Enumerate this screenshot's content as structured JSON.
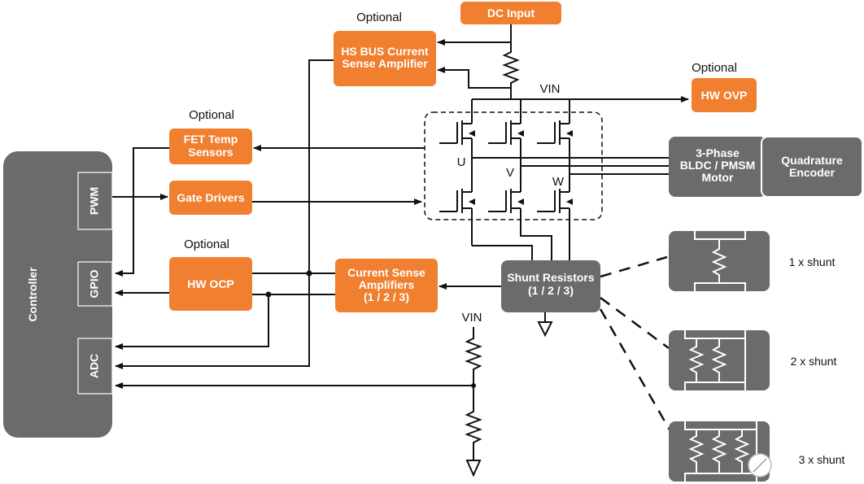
{
  "blocks": {
    "dc_input": "DC Input",
    "hs_bus_line1": "HS BUS Current",
    "hs_bus_line2": "Sense Amplifier",
    "hw_ovp": "HW OVP",
    "fet_temp_line1": "FET Temp",
    "fet_temp_line2": "Sensors",
    "gate_drivers": "Gate Drivers",
    "hw_ocp": "HW OCP",
    "csa_line1": "Current Sense",
    "csa_line2": "Amplifiers",
    "csa_line3": "(1 / 2 / 3)",
    "shunt_line1": "Shunt Resistors",
    "shunt_line2": "(1 / 2 / 3)",
    "motor_line1": "3-Phase",
    "motor_line2": "BLDC / PMSM",
    "motor_line3": "Motor",
    "encoder_line1": "Quadrature",
    "encoder_line2": "Encoder"
  },
  "controller": {
    "title": "Controller",
    "ports": [
      "PWM",
      "GPIO",
      "ADC"
    ]
  },
  "labels": {
    "optional_hs": "Optional",
    "optional_ovp": "Optional",
    "optional_fet": "Optional",
    "optional_ocp": "Optional",
    "vin_top": "VIN",
    "vin_bottom": "VIN",
    "phase_u": "U",
    "phase_v": "V",
    "phase_w": "W"
  },
  "shunt_options": {
    "one": "1 x shunt",
    "two": "2 x shunt",
    "three": "3 x shunt"
  },
  "colors": {
    "orange": "#F07F2F",
    "gray": "#6B6B6B",
    "line": "#111111"
  }
}
